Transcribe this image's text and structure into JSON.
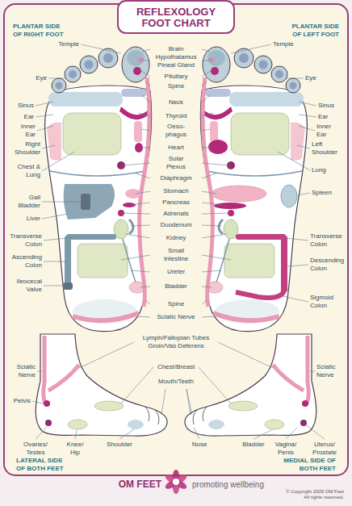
{
  "diagram": {
    "title": "REFLEXOLOGY FOOT CHART",
    "labels": [
      "PLANTAR SIDE OF RIGHT FOOT",
      "PLANTAR SIDE OF LEFT FOOT",
      "Temple",
      "Brain",
      "Temple",
      "Hypothalamus Pineal Gland",
      "Eye",
      "Pituitary",
      "Eye",
      "Spine",
      "Neck",
      "Sinus",
      "Sinus",
      "Thyroid",
      "Ear",
      "Ear",
      "Inner Ear",
      "Inner Ear",
      "Oeso- phagus",
      "Right Shoulder",
      "Left Shoulder",
      "Heart",
      "Solar Plexus",
      "Chest & Lung",
      "Lung",
      "Diaphragm",
      "Stomach",
      "Spleen",
      "Gall Bladder",
      "Pancreas",
      "Adrenals",
      "Liver",
      "Duodenum",
      "Transverse Colon",
      "Transverse Colon",
      "Kidney",
      "Small Intestine",
      "Ascending Colon",
      "Descending Colon",
      "Ureter",
      "Ileocecal Valve",
      "Bladder",
      "Sigmoid Colon",
      "Spine",
      "Sciatic Nerve",
      "Lymph/Fallopian Tubes Groin/Vas Deferens",
      "Sciatic Nerve",
      "Chest/Breast",
      "Sciatic Nerve",
      "Mouth/Teeth",
      "Pelvis",
      "Ovaries/ Testes",
      "Knee/ Hip",
      "Shoulder",
      "Nose",
      "Bladder",
      "Vagina/ Penis",
      "Uterus/ Prostate",
      "LATERAL SIDE OF BOTH FEET",
      "MEDIAL SIDE OF BOTH FEET",
      "OM FEET",
      "promoting wellbeing",
      "© Copyright 2009 OM Feet All rights reserved."
    ]
  }
}
